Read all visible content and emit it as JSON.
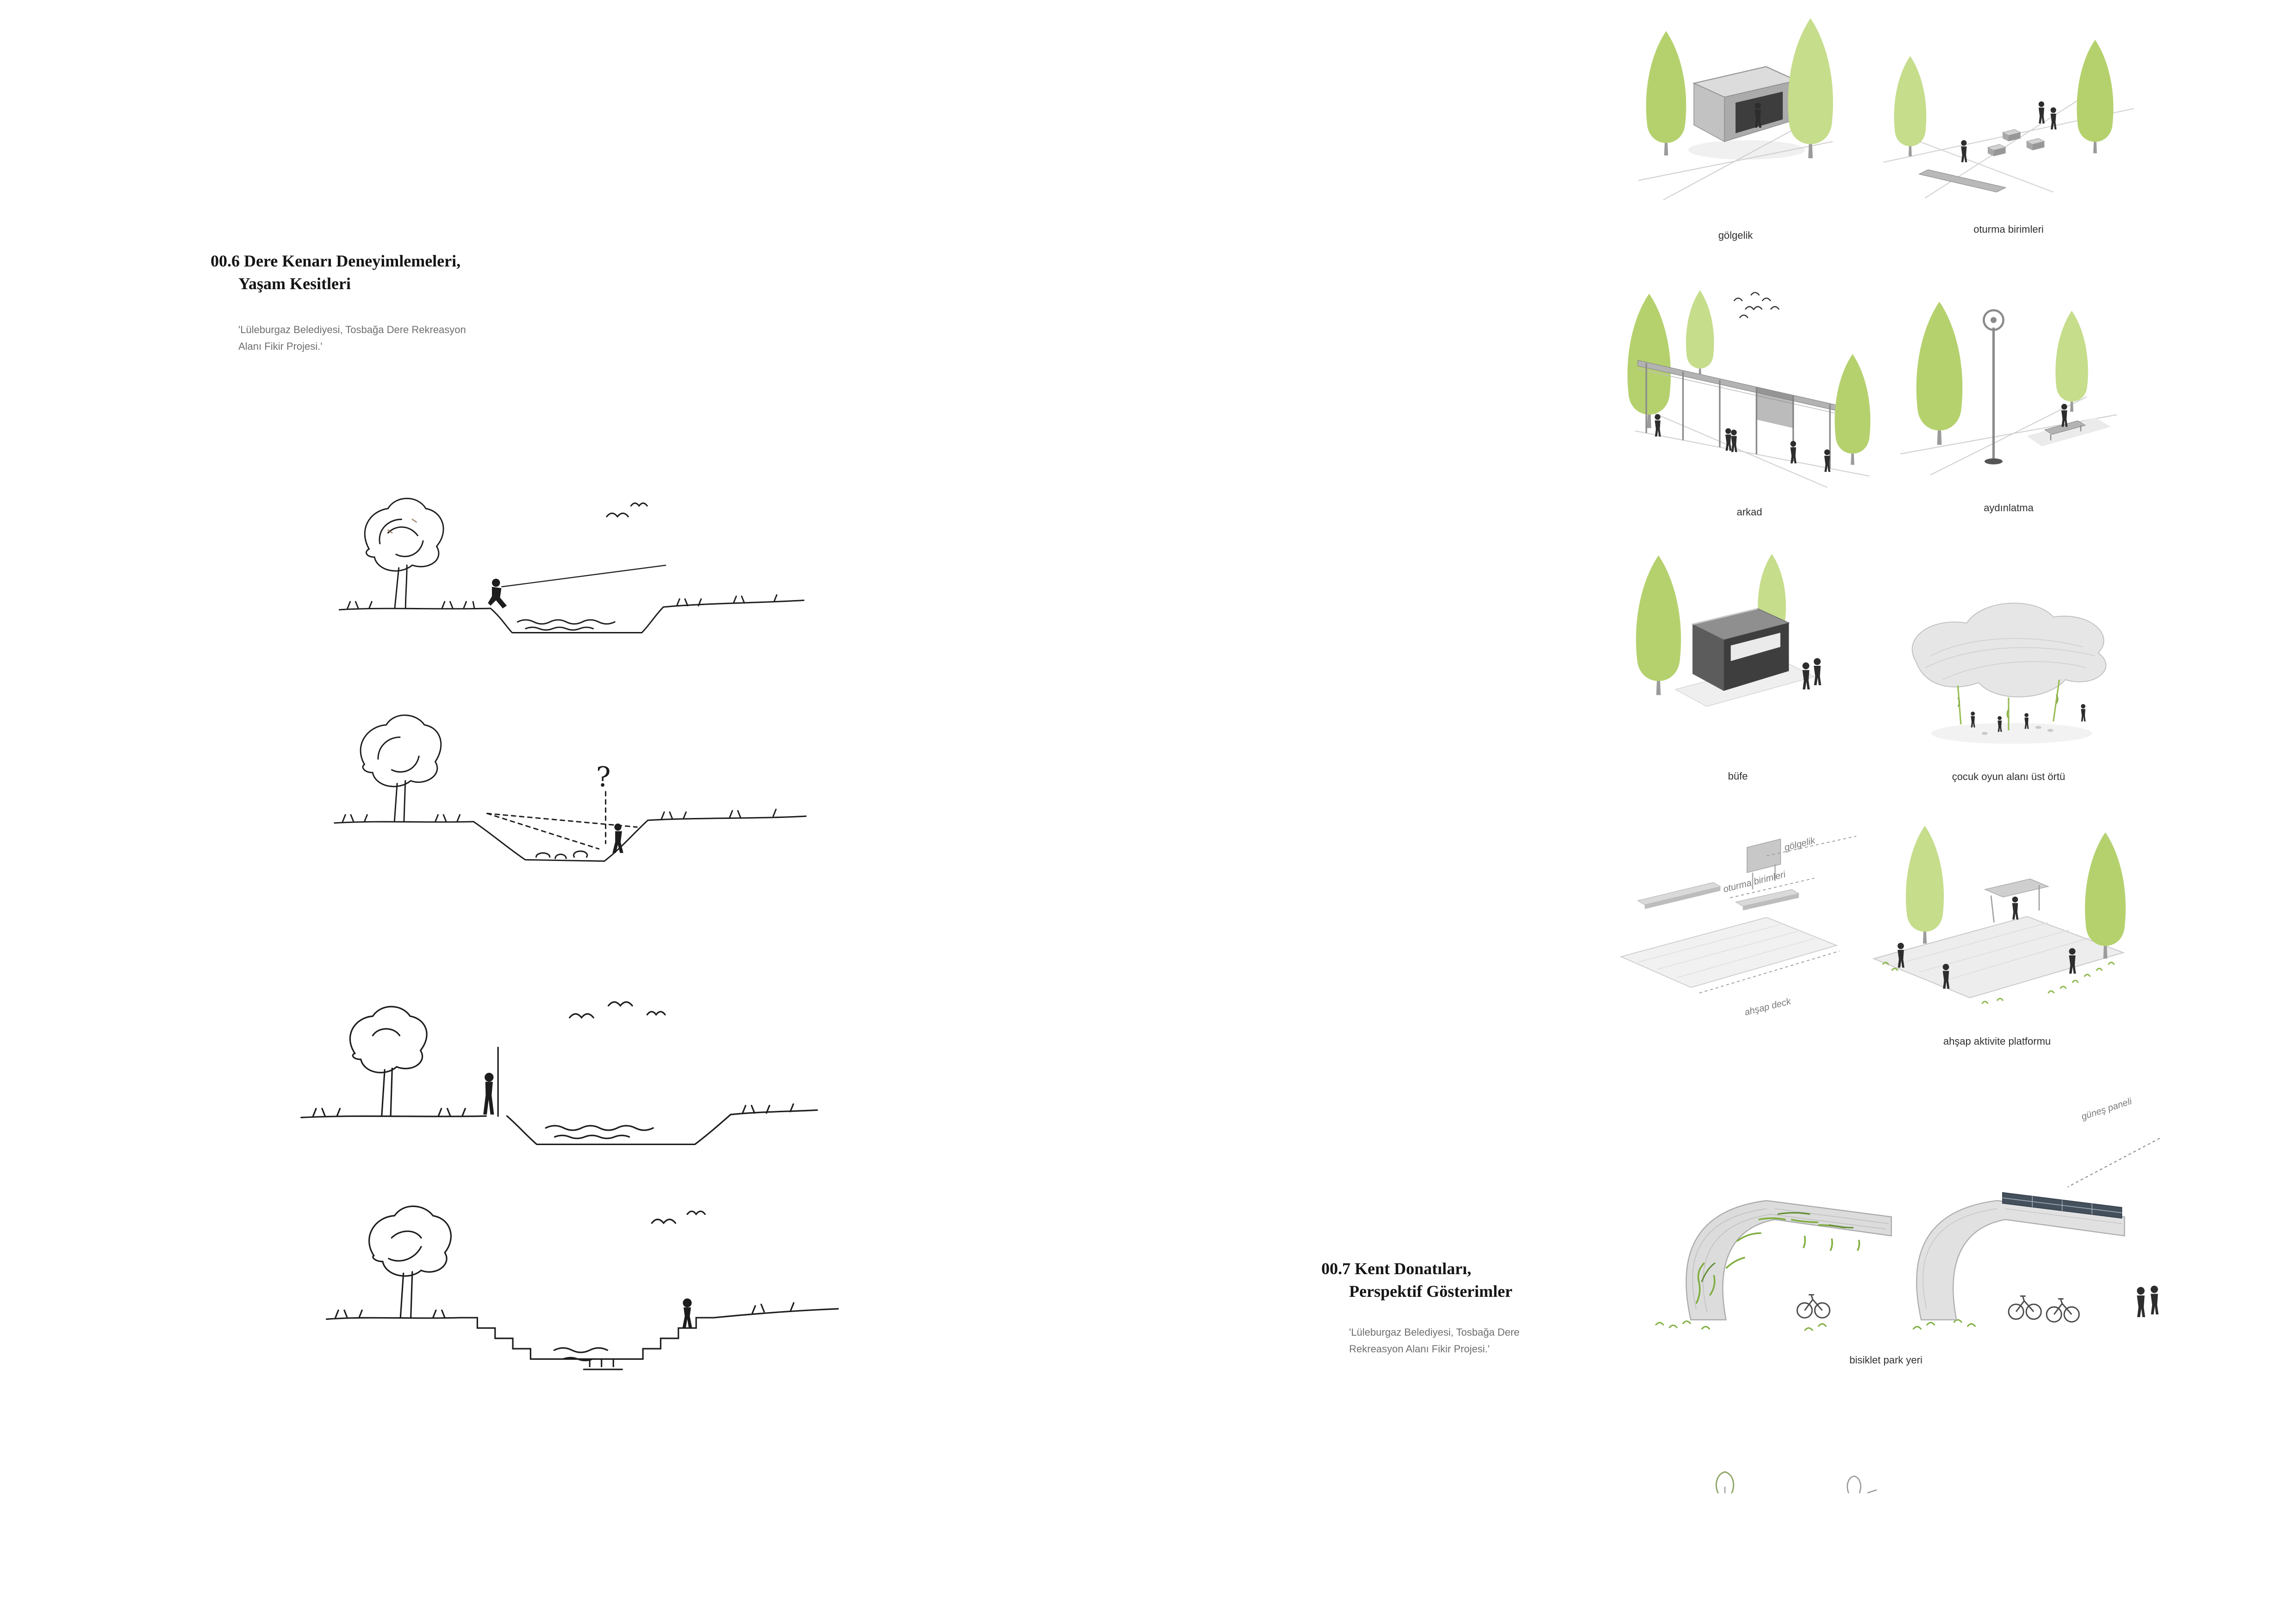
{
  "page": {
    "background": "#ffffff"
  },
  "palette": {
    "tree_green": "#b5d16e",
    "tree_green_light": "#c6dd8c",
    "sketch_ink": "#1d1d1d",
    "structure_gray": "#9a9a9a",
    "kiosk_dark": "#3e3e3e",
    "solar_panel": "#44505c",
    "vine_green": "#7fae3f",
    "label_text": "#2f2f2f",
    "annotation_text": "#7a7a7a"
  },
  "sections": {
    "left": {
      "title_line1": "00.6 Dere Kenarı Deneyimlemeleri,",
      "title_line2": "Yaşam Kesitleri",
      "subtitle_line1": "'Lüleburgaz Belediyesi, Tosbağa Dere Rekreasyon",
      "subtitle_line2": "Alanı Fikir Projesi.'"
    },
    "right": {
      "title_line1": "00.7 Kent Donatıları,",
      "title_line2": "Perspektif Gösterimler",
      "subtitle_line1": "'Lüleburgaz Belediyesi, Tosbağa Dere",
      "subtitle_line2": "Rekreasyon Alanı Fikir Projesi.'"
    }
  },
  "diagram_labels": {
    "golgelik": "gölgelik",
    "oturma_birimleri": "oturma birimleri",
    "arkad": "arkad",
    "aydinlatma": "aydınlatma",
    "bufe": "büfe",
    "cocuk_oyun_alani_ust_ortu": "çocuk oyun alanı üst örtü",
    "ahsap_aktivite_platformu": "ahşap aktivite platformu",
    "bisiklet_park_yeri": "bisiklet park yeri"
  },
  "annotations": {
    "golgelik": "gölgelik",
    "oturma_birimleri": "oturma birimleri",
    "ahsap_deck": "ahşap deck",
    "gunes_paneli": "güneş paneli"
  },
  "sketch_marks": {
    "question_mark": "?"
  }
}
